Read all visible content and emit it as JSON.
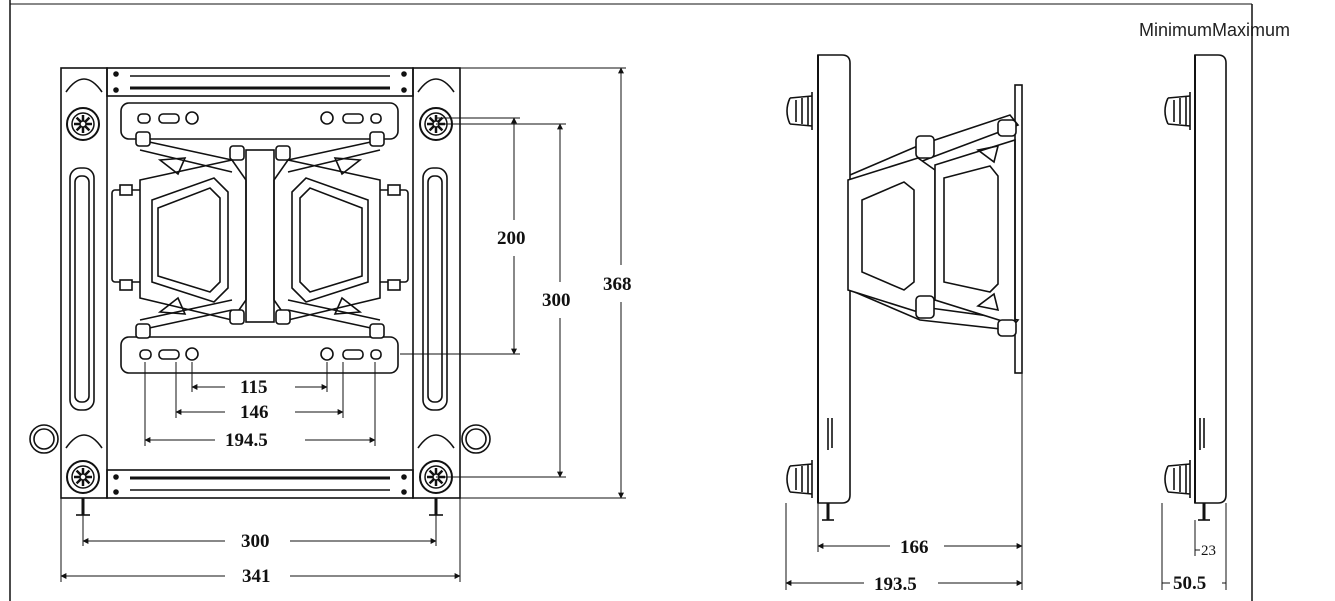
{
  "legend": {
    "minimum": "Minimum",
    "maximum": "Maximum"
  },
  "dimensions": {
    "front_vertical_inner": "200",
    "front_vertical_mid": "300",
    "front_vertical_outer": "368",
    "front_h_115": "115",
    "front_h_146": "146",
    "front_h_194_5": "194.5",
    "front_h_300": "300",
    "front_h_341": "341",
    "side_max_166": "166",
    "side_max_193_5": "193.5",
    "side_min_23": "23",
    "side_min_50_5": "50.5"
  }
}
